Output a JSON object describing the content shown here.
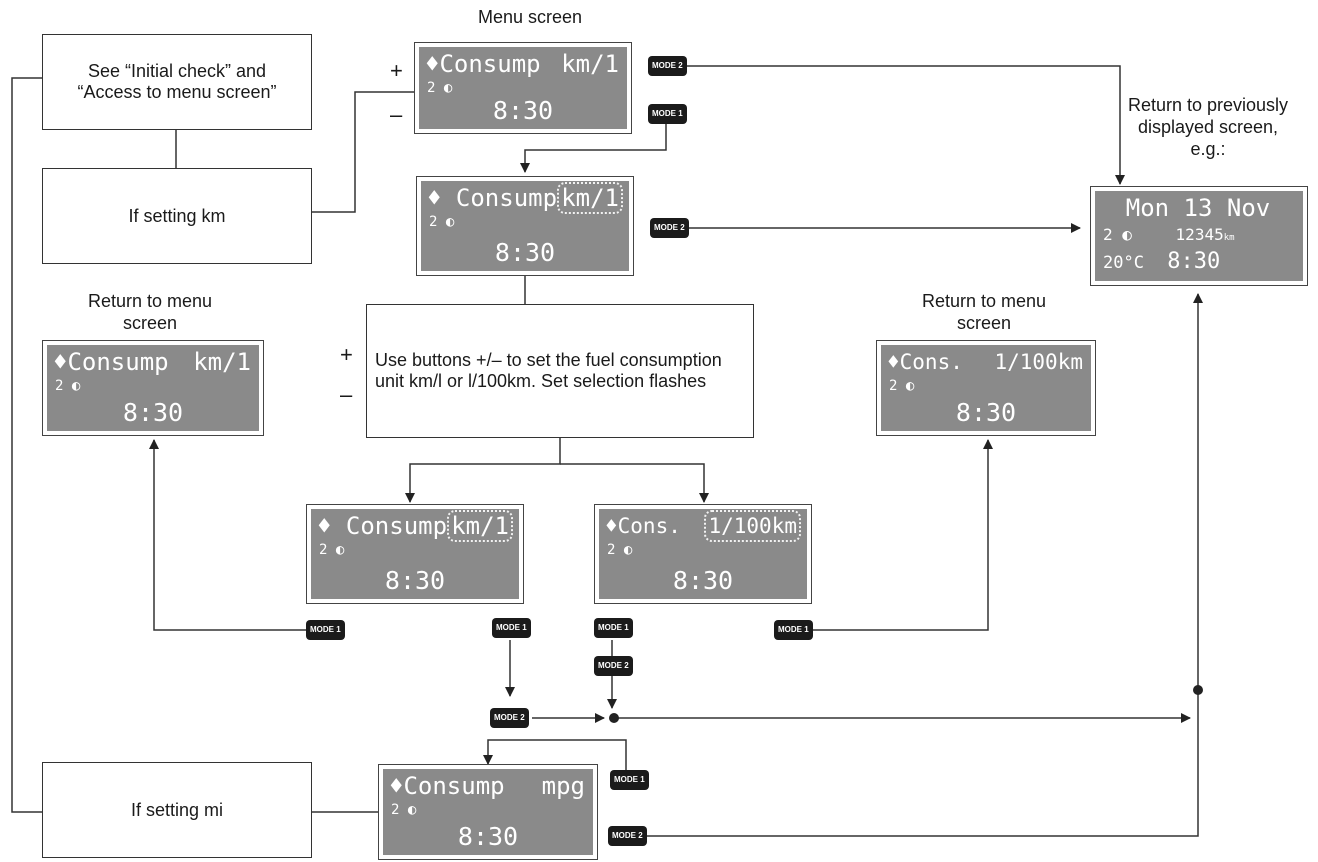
{
  "captions": {
    "menu_screen": "Menu screen",
    "return_prev": "Return to previously displayed screen, e.g.:",
    "return_menu_left": "Return to menu screen",
    "return_menu_right": "Return to menu screen"
  },
  "boxes": {
    "initial": "See “Initial check” and “Access to menu screen”",
    "setting_km": "If setting km",
    "use_buttons": "Use buttons +/– to set the fuel consumption unit km/l or l/100km. Set selection flashes",
    "setting_mi": "If setting mi"
  },
  "signs": {
    "plus": "+",
    "minus": "–"
  },
  "screens": {
    "menu": {
      "left": "♦Consump",
      "unit": "km/1",
      "indicator": "2 ◐",
      "time": "8:30"
    },
    "select": {
      "left": "♦ Consump",
      "unit": "km/1",
      "indicator": "2 ◐",
      "time": "8:30"
    },
    "ret_left": {
      "left": "♦Consump",
      "unit": "km/1",
      "indicator": "2 ◐",
      "time": "8:30"
    },
    "ret_right": {
      "left": "♦Cons.",
      "unit": "1/100km",
      "indicator": "2 ◐",
      "time": "8:30"
    },
    "flash_km": {
      "left": "♦ Consump",
      "unit": "km/1",
      "indicator": "2 ◐",
      "time": "8:30"
    },
    "flash_l100": {
      "left": "♦Cons.",
      "unit": "1/100km",
      "indicator": "2 ◐",
      "time": "8:30"
    },
    "mpg": {
      "left": "♦Consump",
      "unit": "mpg",
      "indicator": "2 ◐",
      "time": "8:30"
    },
    "prev": {
      "line1": "Mon 13 Nov",
      "indicator": "2 ◐",
      "odometer": "12345",
      "odo_unit": "km",
      "temp": "20°C",
      "time": "8:30"
    }
  },
  "buttons": {
    "mode1": "MODE 1",
    "mode2": "MODE 2"
  }
}
